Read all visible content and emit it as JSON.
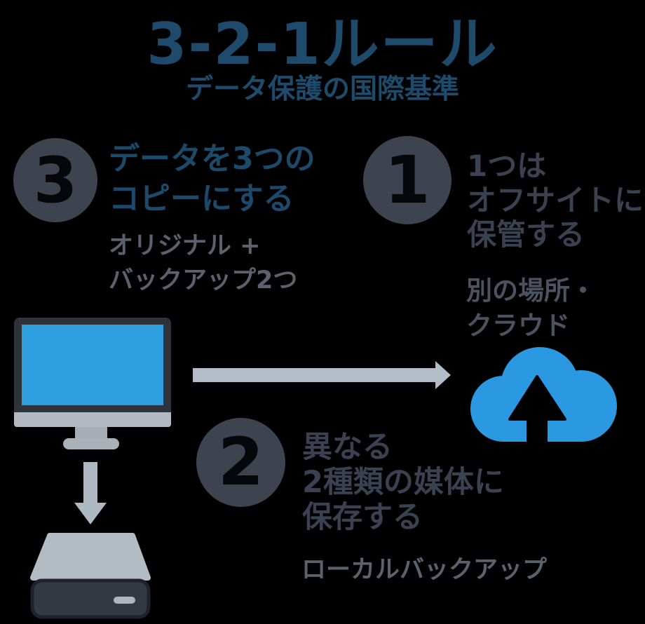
{
  "header": {
    "title": "3-2-1ルール",
    "subtitle": "データ保護の国際基準"
  },
  "steps": {
    "three": {
      "number": "3",
      "heading_lines": [
        "データを3つの",
        "コピーにする"
      ],
      "sub_lines": [
        "オリジナル +",
        "バックアップ2つ"
      ]
    },
    "one": {
      "number": "1",
      "heading_lines": [
        "1つは",
        "オフサイトに",
        "保管する"
      ],
      "sub_lines": [
        "別の場所・",
        "クラウド"
      ]
    },
    "two": {
      "number": "2",
      "heading_lines": [
        "異なる",
        "2種類の媒体に",
        "保存する"
      ],
      "sub_lines": [
        "ローカルバックアップ"
      ]
    }
  },
  "icons": {
    "monitor": "desktop-monitor-icon",
    "cloud": "cloud-upload-icon",
    "hard_drive": "hard-drive-icon",
    "arrow_right": "arrow-right-icon",
    "arrow_down": "arrow-down-icon"
  },
  "palette": {
    "background": "#000000",
    "title_blue": "#1e4a6b",
    "heading_slate": "#3a4150",
    "badge_slate": "#3d4450",
    "sub_gray": "#5a626e",
    "sub_slate": "#4b5260",
    "screen_blue": "#2f9fe0",
    "cloud_blue": "#2b99e2",
    "arrow_gray": "#b2bdc8",
    "monitor_frame": "#2e333b",
    "metal_gray": "#b3bbc3",
    "hdd_body": "#343a43"
  }
}
